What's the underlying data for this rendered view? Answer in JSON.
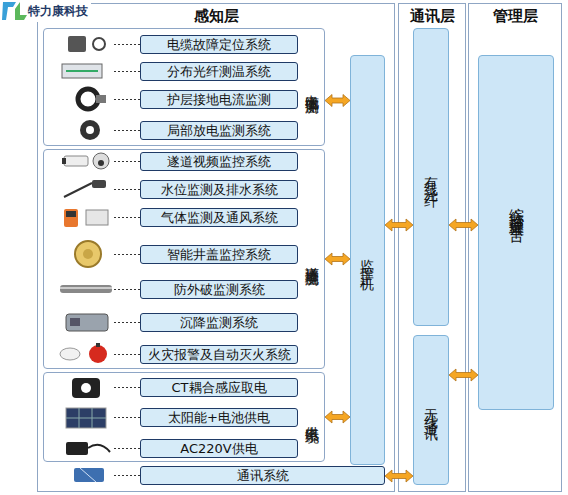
{
  "diagram": {
    "nodes": [
      {
        "text": [
          "感知层"
        ]
      },
      {
        "text": [
          "电缆本体监测"
        ],
        "in": 0
      },
      {
        "text": [
          "电缆故障定位系统"
        ],
        "in": 1
      },
      {
        "text": [
          "分布光纤测温系统"
        ],
        "in": 1
      },
      {
        "text": [
          "护层接地电流监测"
        ],
        "in": 1
      },
      {
        "text": [
          "局部放电监测系统"
        ],
        "in": 1
      },
      {
        "text": [
          "遂道环境监测"
        ],
        "in": 0
      },
      {
        "text": [
          "遂道视频监控系统"
        ],
        "in": 6
      },
      {
        "text": [
          "水位监测及排水系统"
        ],
        "in": 6
      },
      {
        "text": [
          "气体监测及通风系统"
        ],
        "in": 6
      },
      {
        "text": [
          "智能井盖监控系统"
        ],
        "in": 6
      },
      {
        "text": [
          "防外破监测系统"
        ],
        "in": 6
      },
      {
        "text": [
          "沉降监测系统"
        ],
        "in": 6
      },
      {
        "text": [
          "火灾报警及自动灭火系统"
        ],
        "in": 6
      },
      {
        "text": [
          "供电系统"
        ],
        "in": 0
      },
      {
        "text": [
          "CT耦合感应取电"
        ],
        "in": 14
      },
      {
        "text": [
          "太阳能+电池供电"
        ],
        "in": 14
      },
      {
        "text": [
          "AC220V供电"
        ],
        "in": 14
      },
      {
        "text": [
          "监控主机"
        ],
        "in": 0
      },
      {
        "text": [
          "通讯系统"
        ],
        "in": 0
      },
      {
        "text": [
          "通讯层"
        ]
      },
      {
        "text": [
          "有线光纤"
        ],
        "in": 20
      },
      {
        "text": [
          "无线通讯"
        ],
        "in": 20
      },
      {
        "text": [
          "管理层"
        ]
      },
      {
        "text": [
          "综合监控管理平台"
        ],
        "in": 23
      }
    ],
    "edges": [
      {
        "from": 1,
        "to": 18,
        "arrow": "both"
      },
      {
        "from": 6,
        "to": 18,
        "arrow": "both"
      },
      {
        "from": 14,
        "to": 18,
        "arrow": "both"
      },
      {
        "from": 18,
        "to": 21,
        "arrow": "both"
      },
      {
        "from": 19,
        "to": 22,
        "arrow": "both"
      },
      {
        "from": 21,
        "to": 24,
        "arrow": "both"
      },
      {
        "from": 22,
        "to": 24,
        "arrow": "both"
      }
    ],
    "labels": [
      "特力康科技"
    ]
  }
}
